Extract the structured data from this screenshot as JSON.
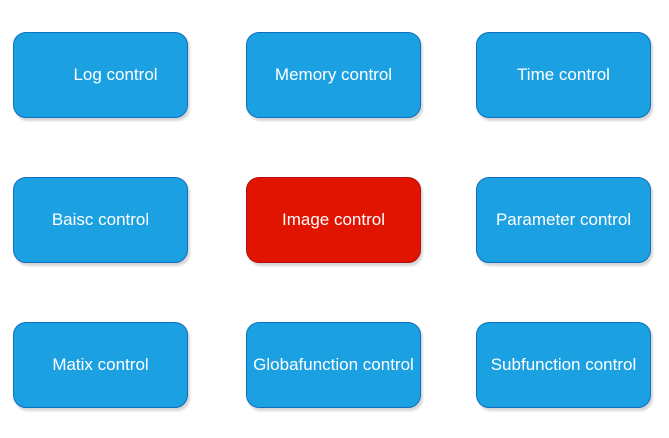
{
  "page": {
    "background": "#FFFFFF"
  },
  "colors": {
    "primary_fill": "#1BA1E2",
    "primary_border": "#106EBE",
    "alert_fill": "#E01400",
    "alert_border": "#B01010",
    "label_text": "#FFFFFF"
  },
  "buttons": [
    {
      "label": "Log control",
      "fill": "#1BA1E2",
      "stroke": "#106EBE"
    },
    {
      "label": "Memory control",
      "fill": "#1BA1E2",
      "stroke": "#106EBE"
    },
    {
      "label": "Time control",
      "fill": "#1BA1E2",
      "stroke": "#106EBE"
    },
    {
      "label": "Baisc control",
      "fill": "#1BA1E2",
      "stroke": "#106EBE"
    },
    {
      "label": "Image control",
      "fill": "#E01400",
      "stroke": "#B01010"
    },
    {
      "label": "Parameter control",
      "fill": "#1BA1E2",
      "stroke": "#106EBE"
    },
    {
      "label": "Matix control",
      "fill": "#1BA1E2",
      "stroke": "#106EBE"
    },
    {
      "label": "Globafunction control",
      "fill": "#1BA1E2",
      "stroke": "#106EBE"
    },
    {
      "label": "Subfunction control",
      "fill": "#1BA1E2",
      "stroke": "#106EBE"
    }
  ]
}
